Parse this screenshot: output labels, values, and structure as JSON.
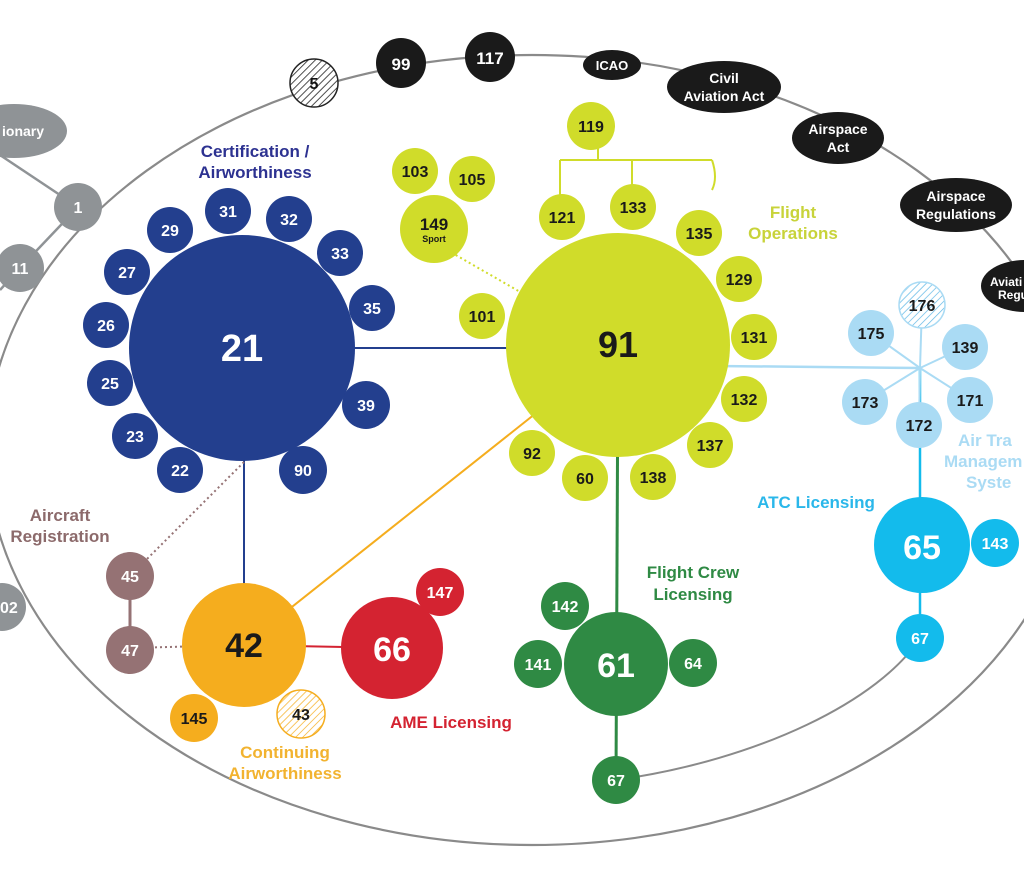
{
  "colors": {
    "certification": "#233f8e",
    "operations": "#d0dc2a",
    "continuing": "#f5ad1e",
    "ame": "#d42331",
    "crew": "#2f8a44",
    "atc": "#13bbec",
    "atc_light": "#aadbf4",
    "registration": "#957274",
    "grey": "#8f9396",
    "black": "#1a1a1a",
    "line": "#8a8a8a",
    "label_certification": "#2d3291",
    "label_operations": "#c8d33a",
    "label_continuing": "#f2b330",
    "label_ame": "#d42331",
    "label_crew": "#2f8a44",
    "label_atc": "#2ab7ea",
    "label_atm": "#aadbf4",
    "label_registration": "#8c6a6b"
  },
  "group_labels": {
    "certification": [
      "Certification /",
      "Airworthiness"
    ],
    "operations": [
      "Flight",
      "Operations"
    ],
    "registration": [
      "Aircraft",
      "Registration"
    ],
    "continuing": [
      "Continuing",
      "Airworthiness"
    ],
    "ame": [
      "AME Licensing"
    ],
    "crew": [
      "Flight Crew",
      "Licensing"
    ],
    "atc": [
      "ATC Licensing"
    ],
    "atm": [
      "Air Tra",
      "Managem",
      "Syste"
    ]
  },
  "nodes": {
    "p5": "5",
    "p99": "99",
    "p117": "117",
    "icao": "ICAO",
    "civil": [
      "Civil",
      "Aviation Act"
    ],
    "airspace_act": [
      "Airspace",
      "Act"
    ],
    "airspace_reg": [
      "Airspace",
      "Regulations"
    ],
    "aviation_reg": [
      "Aviati",
      "Regu"
    ],
    "dictionary": "ionary",
    "p1": "1",
    "p11": "11",
    "p02": "02",
    "p21": "21",
    "p29": "29",
    "p31": "31",
    "p32": "32",
    "p33": "33",
    "p35": "35",
    "p27": "27",
    "p26": "26",
    "p25": "25",
    "p23": "23",
    "p22": "22",
    "p90": "90",
    "p39": "39",
    "p91": "91",
    "p119": "119",
    "p121": "121",
    "p133": "133",
    "p135": "135",
    "p129": "129",
    "p131": "131",
    "p132": "132",
    "p137": "137",
    "p138": "138",
    "p60": "60",
    "p92": "92",
    "p101": "101",
    "p103": "103",
    "p105": "105",
    "p149": "149",
    "sport": "Sport",
    "p42": "42",
    "p145": "145",
    "p43": "43",
    "p45": "45",
    "p47": "47",
    "p66": "66",
    "p147": "147",
    "p61": "61",
    "p142": "142",
    "p141": "141",
    "p64": "64",
    "p67g": "67",
    "p65": "65",
    "p143": "143",
    "p67b": "67",
    "p175": "175",
    "p176": "176",
    "p139": "139",
    "p173": "173",
    "p171": "171",
    "p172": "172"
  }
}
